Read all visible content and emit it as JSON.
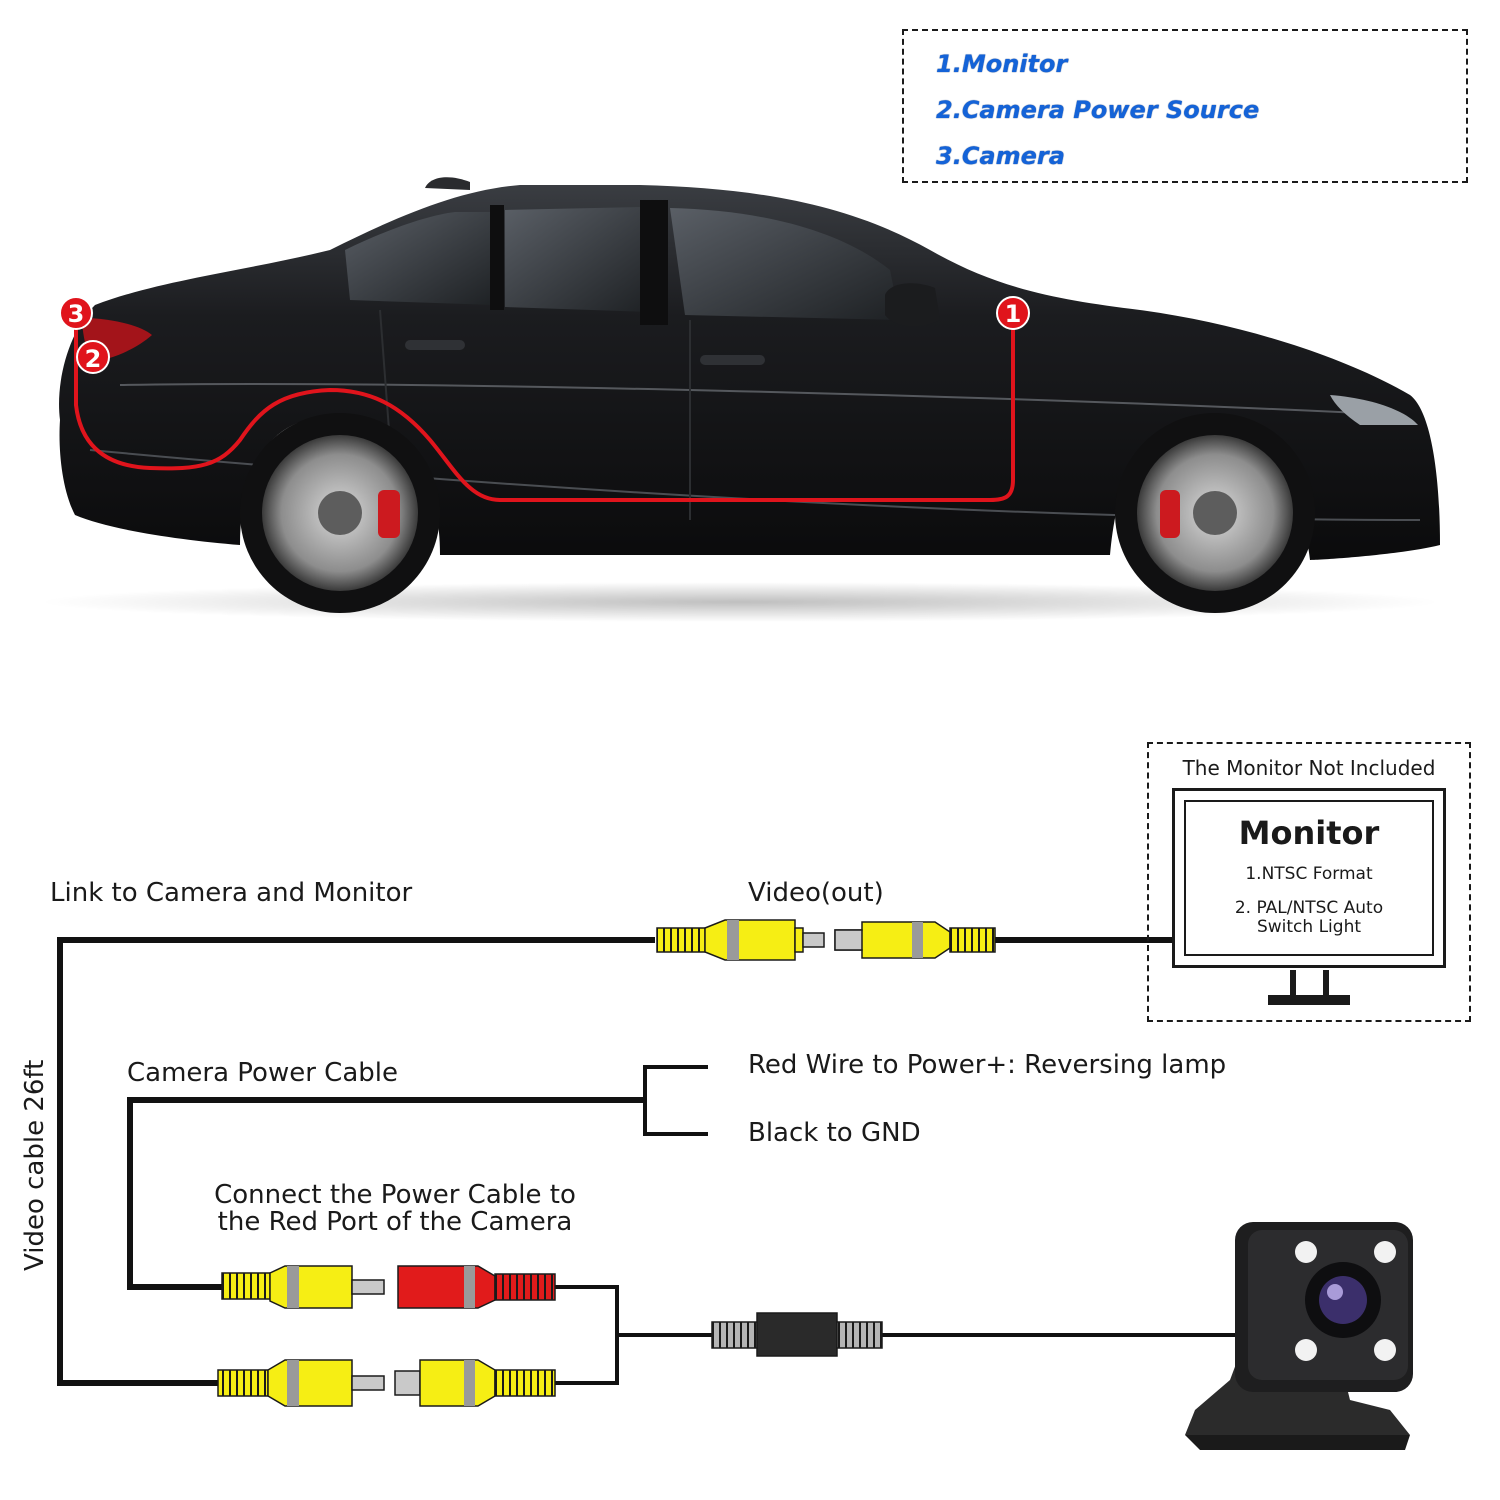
{
  "legend": {
    "items": [
      "1.Monitor",
      "2.Camera Power Source",
      "3.Camera"
    ]
  },
  "car": {
    "markers": [
      "1",
      "2",
      "3"
    ]
  },
  "wiring": {
    "link_label": "Link to Camera and Monitor",
    "video_out_label": "Video(out)",
    "power_cable_label": "Camera Power Cable",
    "red_wire_label": "Red Wire to Power+: Reversing lamp",
    "black_wire_label": "Black to GND",
    "connect_note_line1": "Connect the Power Cable to",
    "connect_note_line2": "the Red Port of the Camera",
    "video_cable_label": "Video cable 26ft"
  },
  "monitor": {
    "not_included": "The Monitor Not Included",
    "title": "Monitor",
    "spec1": "1.NTSC Format",
    "spec2_line1": "2. PAL/NTSC Auto",
    "spec2_line2": "Switch Light"
  },
  "colors": {
    "legend_text": "#1463d8",
    "route_line": "#e0141c",
    "rca_yellow": "#f6ee14",
    "rca_red": "#e11b1b",
    "body": "#151515"
  }
}
